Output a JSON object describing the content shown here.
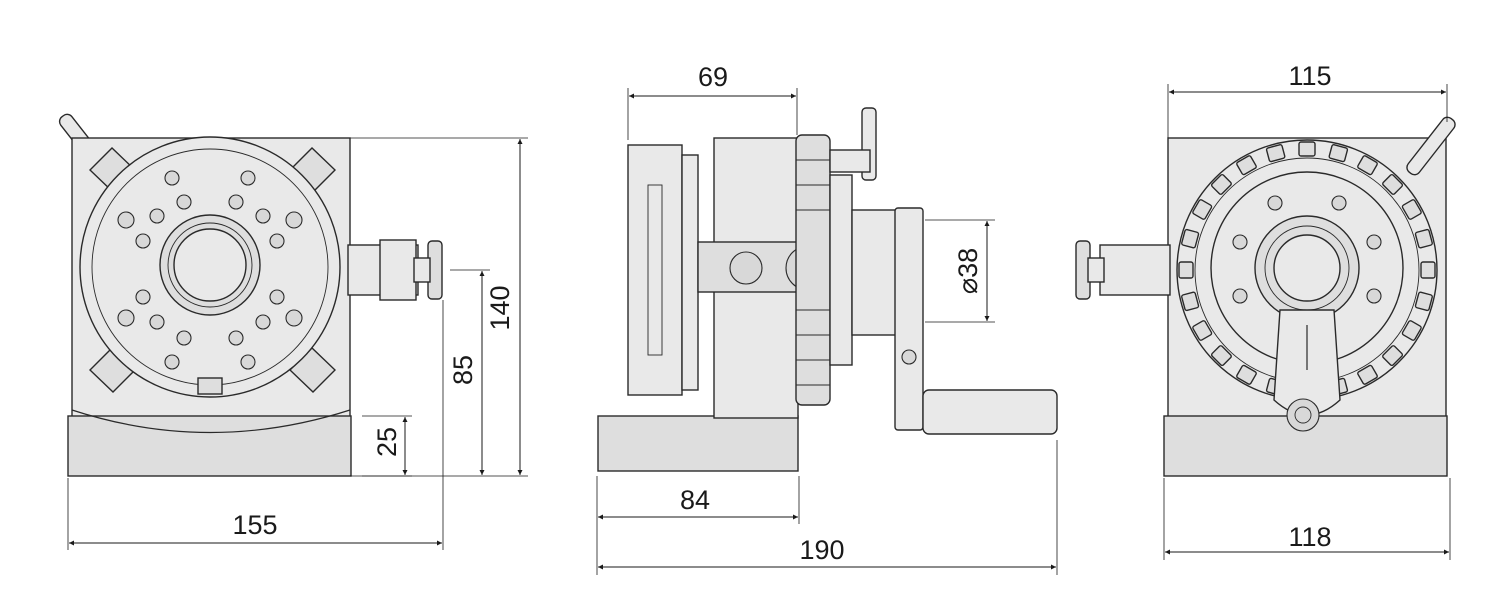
{
  "dimensions": {
    "front_width": "155",
    "front_height": "140",
    "front_center_height": "85",
    "front_base_height": "25",
    "side_top_width": "69",
    "side_base_width": "84",
    "side_total_width": "190",
    "side_diameter_symbol": "⌀",
    "side_diameter": "38",
    "rear_top_width": "115",
    "rear_base_width": "118"
  },
  "colors": {
    "body_fill": "#e9e9e9",
    "outline": "#2a2a2a",
    "dimension": "#1a1a1a",
    "background": "#ffffff"
  }
}
